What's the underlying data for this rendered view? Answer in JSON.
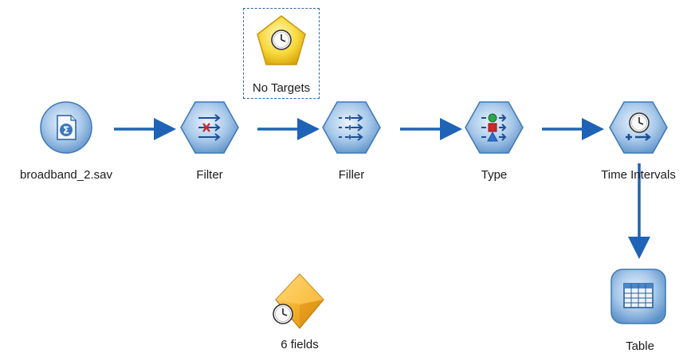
{
  "canvas": {
    "background": "#ffffff",
    "connector_color": "#1e63b5"
  },
  "nodes": {
    "source": {
      "label": "broadband_2.sav",
      "icon": "spss-file-icon",
      "color": "#4a86c8"
    },
    "filter": {
      "label": "Filter",
      "icon": "filter-icon",
      "color": "#4a86c8"
    },
    "filler": {
      "label": "Filler",
      "icon": "filler-icon",
      "color": "#4a86c8"
    },
    "type": {
      "label": "Type",
      "icon": "type-icon",
      "color": "#4a86c8"
    },
    "time_intervals": {
      "label": "Time Intervals",
      "icon": "time-intervals-icon",
      "color": "#4a86c8"
    },
    "table": {
      "label": "Table",
      "icon": "table-icon",
      "color": "#4a86c8"
    },
    "no_targets": {
      "label": "No Targets",
      "icon": "clock-pentagon-icon",
      "color": "#f2cf2c",
      "selected": true
    },
    "fields_model": {
      "label": "6 fields",
      "icon": "clock-diamond-icon",
      "color": "#f5b52a"
    }
  }
}
